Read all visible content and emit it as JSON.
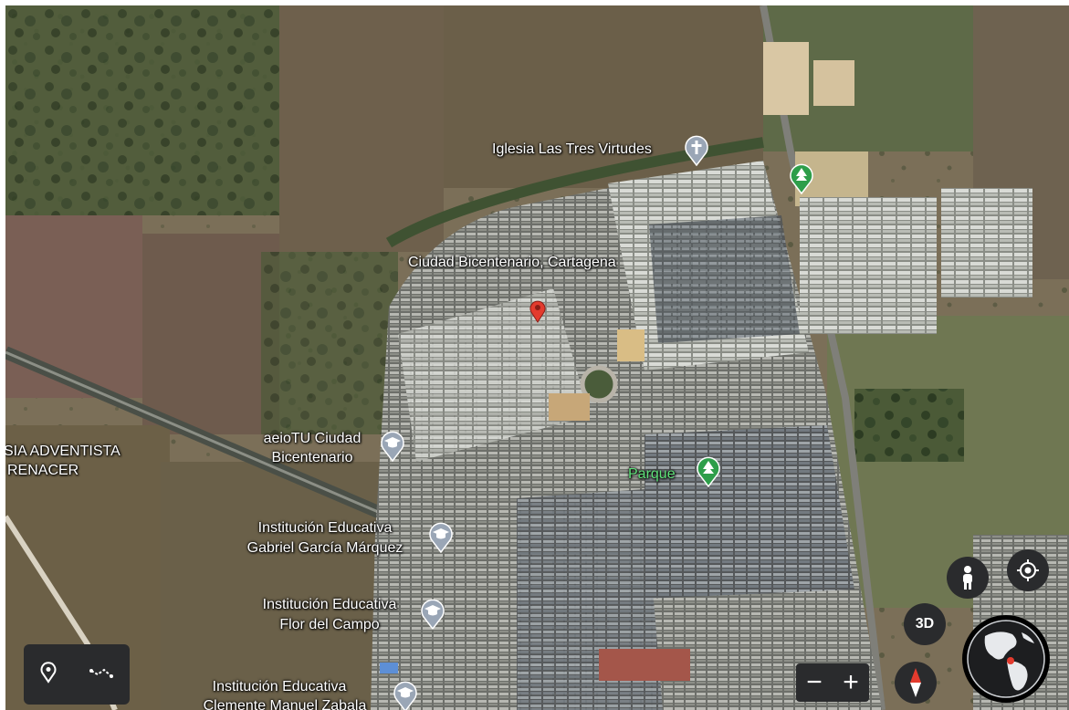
{
  "map": {
    "type": "satellite",
    "labels": {
      "church": "Iglesia Las Tres Virtudes",
      "district": "Ciudad Bicentenario, Cartagena",
      "adventista_1": "SIA ADVENTISTA",
      "adventista_2": "RENACER",
      "aeiotu_1": "aeioTU Ciudad",
      "aeiotu_2": "Bicentenario",
      "ie_ggm_1": "Institución Educativa",
      "ie_ggm_2": "Gabriel García Márquez",
      "ie_fc_1": "Institución Educativa",
      "ie_fc_2": "Flor del Campo",
      "ie_cmz_1": "Institución Educativa",
      "ie_cmz_2": "Clemente Manuel Zabala",
      "parque": "Parque"
    }
  },
  "controls": {
    "threed_label": "3D",
    "zoom_out": "−",
    "zoom_in": "+"
  },
  "colors": {
    "control_bg": "#2a2b2d",
    "school_pin": "#9aa6b6",
    "park_pin": "#2e9e4a",
    "red_marker": "#e33b2e",
    "park_text": "#5fe27a"
  },
  "icons": {
    "church": "cross-icon",
    "school": "graduation-cap-icon",
    "park": "tree-icon",
    "marker": "map-marker-icon",
    "pegman": "person-icon",
    "locate": "my-location-icon",
    "compass": "compass-icon"
  }
}
